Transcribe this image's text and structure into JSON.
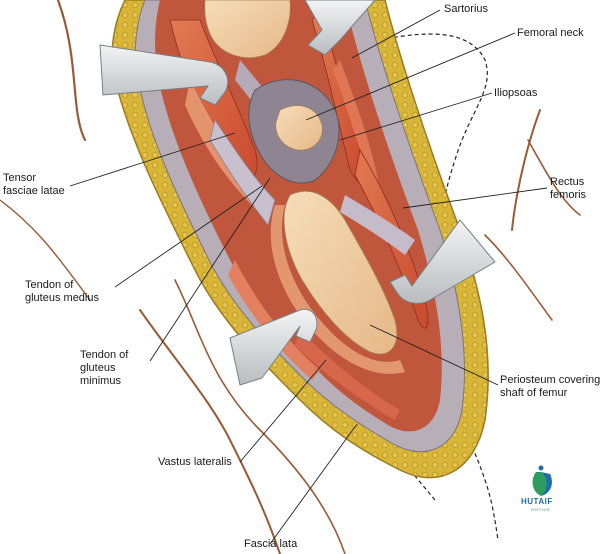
{
  "labels": {
    "sartorius": [
      "Sartorius"
    ],
    "femoral_neck": [
      "Femoral neck"
    ],
    "iliopsoas": [
      "Iliopsoas"
    ],
    "rectus_femoris": [
      "Rectus",
      "femoris"
    ],
    "tensor_fasciae_latae": [
      "Tensor",
      "fasciae latae"
    ],
    "tendon_gluteus_medius": [
      "Tendon of",
      "gluteus medius"
    ],
    "tendon_gluteus_minimus": [
      "Tendon of",
      "gluteus",
      "minimus"
    ],
    "periosteum": [
      "Periosteum covering",
      "shaft of femur"
    ],
    "vastus_lateralis": [
      "Vastus lateralis"
    ],
    "fascia_lata": [
      "Fascia lata"
    ]
  },
  "logo": {
    "name": "HUTAIF",
    "sub": "ORTHO"
  },
  "colors": {
    "skin_fat": "#d8b638",
    "fat_dark": "#b8922a",
    "muscle": "#d9573a",
    "muscle_light": "#e8865a",
    "fascia": "#b9adb8",
    "bone": "#f0cfa8",
    "retractor": "#dcdfe0",
    "nerve": "#9a5a35",
    "logo_blue": "#1d6fa3",
    "logo_green": "#2a9d5c"
  }
}
